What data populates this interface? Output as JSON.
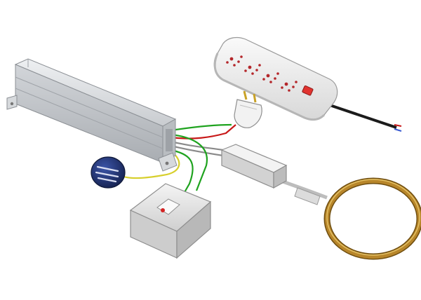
{
  "colors": {
    "wire_green": "#1fa31f",
    "wire_yellow": "#d7cf2c",
    "wire_red": "#c81818",
    "wire_black": "#222222",
    "power_strip_body": "#ececec",
    "socket_dot": "#b4262a",
    "strip_switch": "#e1332f",
    "sensor_disc": "#1e2f6e",
    "coil_ring": "#a8791f",
    "aluminium": "#d9dcdf",
    "switch_led": "#d42323"
  },
  "components": [
    {
      "name": "power-strip",
      "icon": "power-strip-icon"
    },
    {
      "name": "plug",
      "icon": "plug-icon"
    },
    {
      "name": "driver-box",
      "icon": "aluminium-enclosure-icon"
    },
    {
      "name": "touch-sensor",
      "icon": "sensor-disc-icon"
    },
    {
      "name": "push-switch",
      "icon": "switch-box-icon"
    },
    {
      "name": "inline-module",
      "icon": "module-icon"
    },
    {
      "name": "coil-ring",
      "icon": "ring-icon"
    }
  ]
}
